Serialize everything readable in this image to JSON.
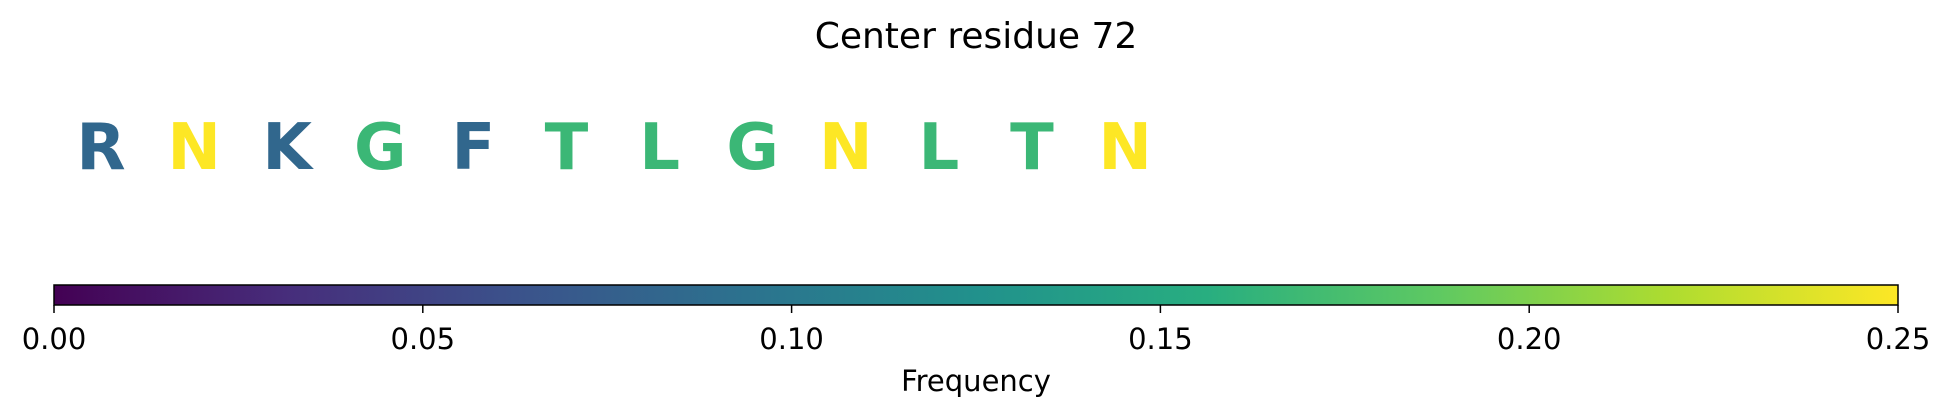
{
  "chart_data": {
    "type": "heatmap",
    "title": "Center residue 72",
    "residues": [
      {
        "letter": "R",
        "frequency": 0.083
      },
      {
        "letter": "N",
        "frequency": 0.25
      },
      {
        "letter": "K",
        "frequency": 0.083
      },
      {
        "letter": "G",
        "frequency": 0.167
      },
      {
        "letter": "F",
        "frequency": 0.083
      },
      {
        "letter": "T",
        "frequency": 0.167
      },
      {
        "letter": "L",
        "frequency": 0.167
      },
      {
        "letter": "G",
        "frequency": 0.167
      },
      {
        "letter": "N",
        "frequency": 0.25
      },
      {
        "letter": "L",
        "frequency": 0.167
      },
      {
        "letter": "T",
        "frequency": 0.167
      },
      {
        "letter": "N",
        "frequency": 0.25
      }
    ],
    "colorbar": {
      "colormap": "viridis",
      "range": [
        0,
        0.25
      ],
      "ticks": [
        0.0,
        0.05,
        0.1,
        0.15,
        0.2,
        0.25
      ],
      "tick_labels": [
        "0.00",
        "0.05",
        "0.10",
        "0.15",
        "0.20",
        "0.25"
      ],
      "label": "Frequency"
    }
  }
}
